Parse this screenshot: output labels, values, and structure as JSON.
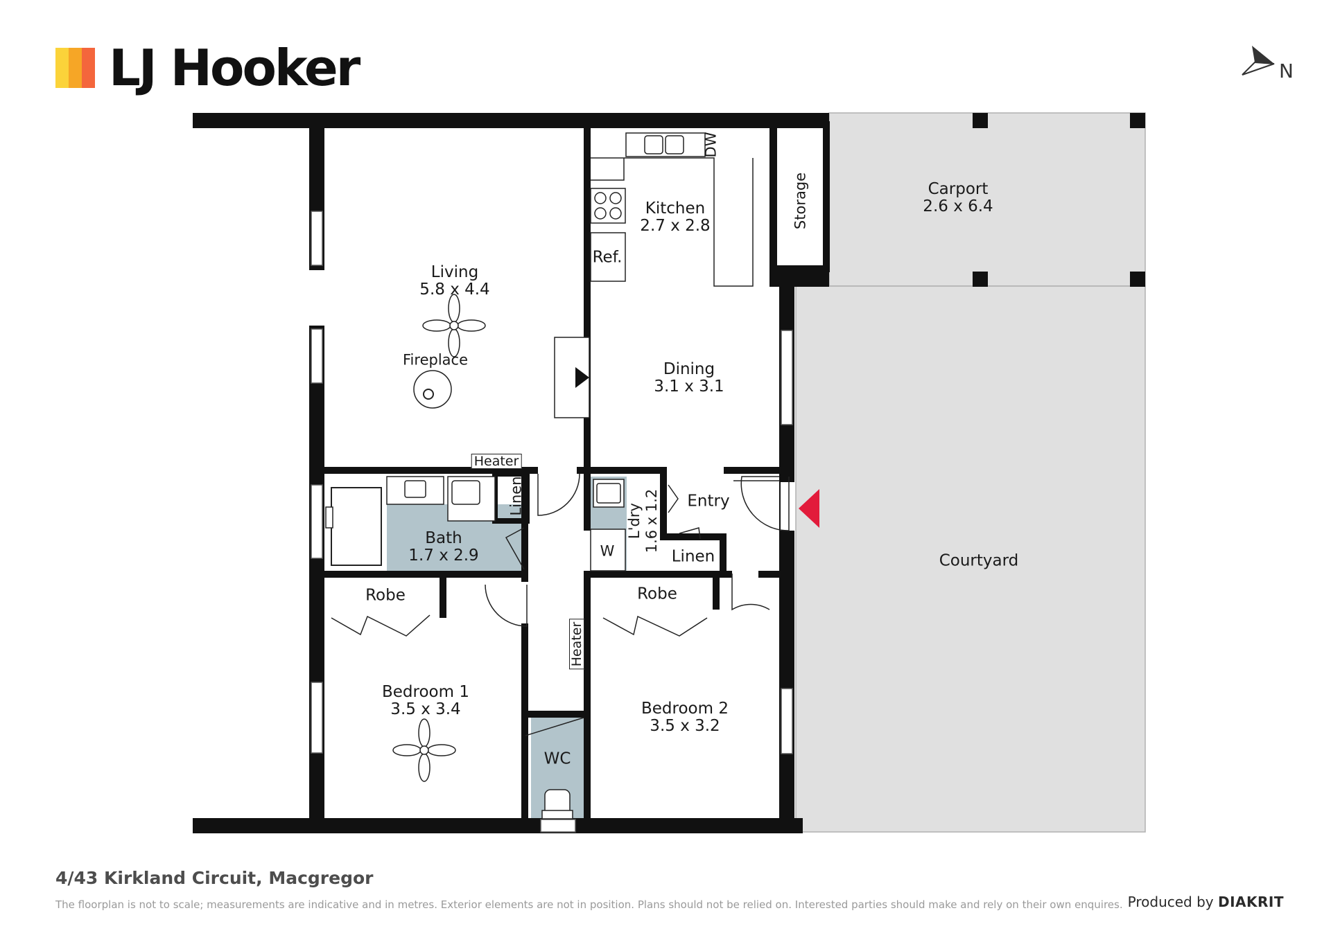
{
  "brand": {
    "name": "LJ Hooker",
    "bar_colors": [
      "#fbd33a",
      "#f6a626",
      "#f4663c"
    ]
  },
  "compass": {
    "label": "N"
  },
  "rooms": {
    "living": {
      "name": "Living",
      "dims": "5.8 x 4.4"
    },
    "fireplace": {
      "name": "Fireplace"
    },
    "kitchen": {
      "name": "Kitchen",
      "dims": "2.7 x 2.8"
    },
    "ref": {
      "name": "Ref."
    },
    "dw": {
      "name": "DW"
    },
    "storage": {
      "name": "Storage"
    },
    "carport": {
      "name": "Carport",
      "dims": "2.6 x 6.4"
    },
    "dining": {
      "name": "Dining",
      "dims": "3.1 x 3.1"
    },
    "heater_top": {
      "name": "Heater"
    },
    "bath": {
      "name": "Bath",
      "dims": "1.7 x 2.9"
    },
    "linen_bath": {
      "name": "Linen"
    },
    "laundry": {
      "name": "L'dry",
      "dims": "1.6 x 1.2"
    },
    "washer": {
      "name": "W"
    },
    "entry": {
      "name": "Entry"
    },
    "linen_entry": {
      "name": "Linen"
    },
    "courtyard": {
      "name": "Courtyard"
    },
    "robe1": {
      "name": "Robe"
    },
    "robe2": {
      "name": "Robe"
    },
    "heater_hall": {
      "name": "Heater"
    },
    "bedroom1": {
      "name": "Bedroom 1",
      "dims": "3.5 x 3.4"
    },
    "bedroom2": {
      "name": "Bedroom 2",
      "dims": "3.5 x 3.2"
    },
    "wc": {
      "name": "WC"
    }
  },
  "colors": {
    "wall": "#111111",
    "wet_area": "#b2c4cb",
    "outdoor": "#e0e0e0",
    "entry_marker": "#e21b3b"
  },
  "footer": {
    "address": "4/43 Kirkland Circuit, Macgregor",
    "disclaimer": "The floorplan is not to scale; measurements are indicative and in metres. Exterior elements are not in position. Plans should not be relied on. Interested parties should make and rely on their own enquires.",
    "produced_by_prefix": "Produced by",
    "produced_by_brand": "DIAKRIT"
  }
}
